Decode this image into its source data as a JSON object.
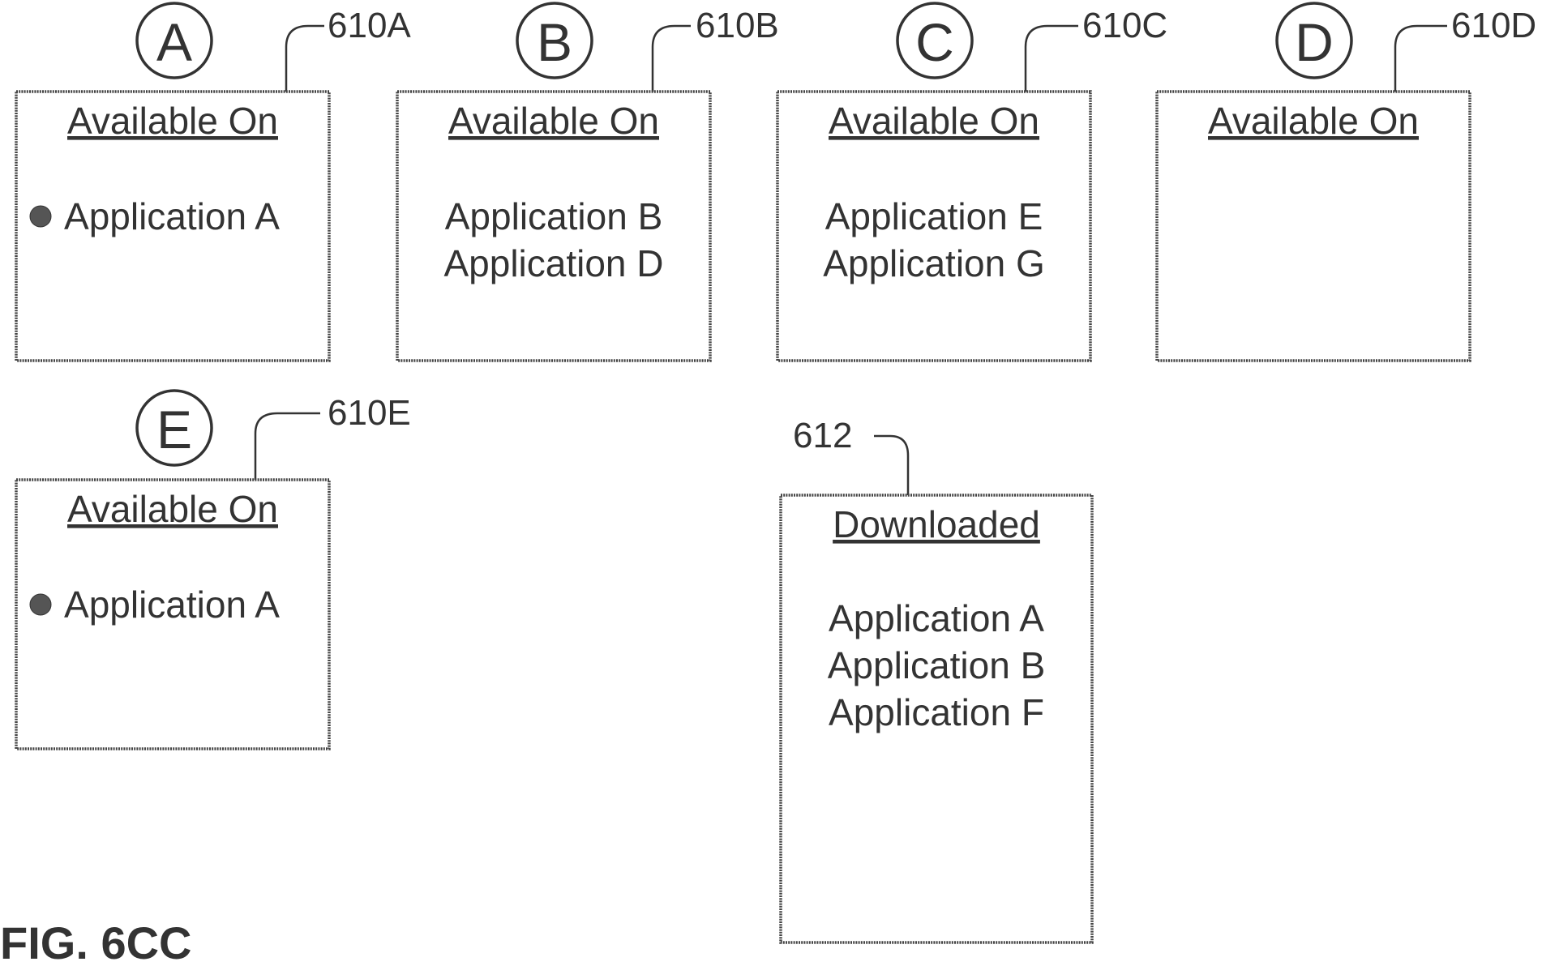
{
  "figure_label": "FIG. 6CC",
  "devices": [
    {
      "letter": "A",
      "ref": "610A",
      "heading": "Available On",
      "items": [
        "Application A"
      ],
      "selected_index": 0
    },
    {
      "letter": "B",
      "ref": "610B",
      "heading": "Available On",
      "items": [
        "Application B",
        "Application D"
      ],
      "selected_index": null
    },
    {
      "letter": "C",
      "ref": "610C",
      "heading": "Available On",
      "items": [
        "Application E",
        "Application G"
      ],
      "selected_index": null
    },
    {
      "letter": "D",
      "ref": "610D",
      "heading": "Available On",
      "items": [],
      "selected_index": null
    },
    {
      "letter": "E",
      "ref": "610E",
      "heading": "Available On",
      "items": [
        "Application A"
      ],
      "selected_index": 0
    }
  ],
  "downloaded": {
    "ref": "612",
    "heading": "Downloaded",
    "items": [
      "Application A",
      "Application B",
      "Application F"
    ]
  }
}
